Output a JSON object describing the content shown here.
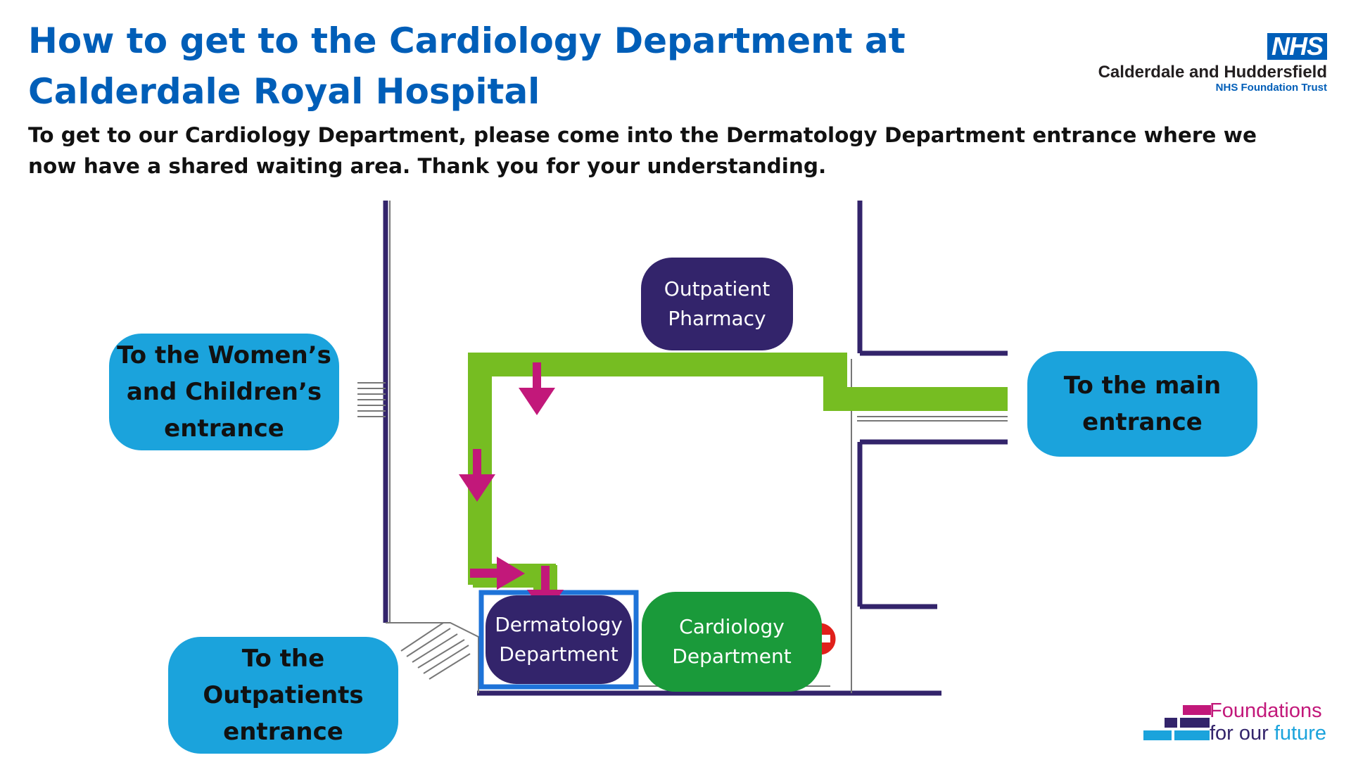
{
  "title": "How to get to the Cardiology Department at Calderdale Royal Hospital",
  "intro": "To get to our Cardiology Department, please come into the Dermatology Department entrance where we now have a shared waiting area. Thank you for your understanding.",
  "logo": {
    "badge": "NHS",
    "trust_name": "Calderdale and Huddersfield",
    "trust_sub": "NHS Foundation Trust"
  },
  "labels": {
    "womens": "To the Women’s and Children’s entrance",
    "main": "To the main entrance",
    "outpatients": "To the Outpatients entrance",
    "pharmacy": "Outpatient Pharmacy",
    "dermatology": "Dermatology Department",
    "cardiology": "Cardiology Department"
  },
  "footer": {
    "line1": "Foundations",
    "line2a": "for our ",
    "line2b": "future"
  },
  "colors": {
    "title": "#005eb8",
    "route": "#76bd22",
    "arrow": "#c2187a",
    "wall": "#33246b",
    "entrance_box": "#1ba3dc",
    "dept_box": "#33246b",
    "cardiology_box": "#1a9a3a",
    "no_entry": "#e0201b"
  },
  "icons": [
    "no-entry-icon",
    "route-arrow-icon",
    "stairs-icon"
  ]
}
